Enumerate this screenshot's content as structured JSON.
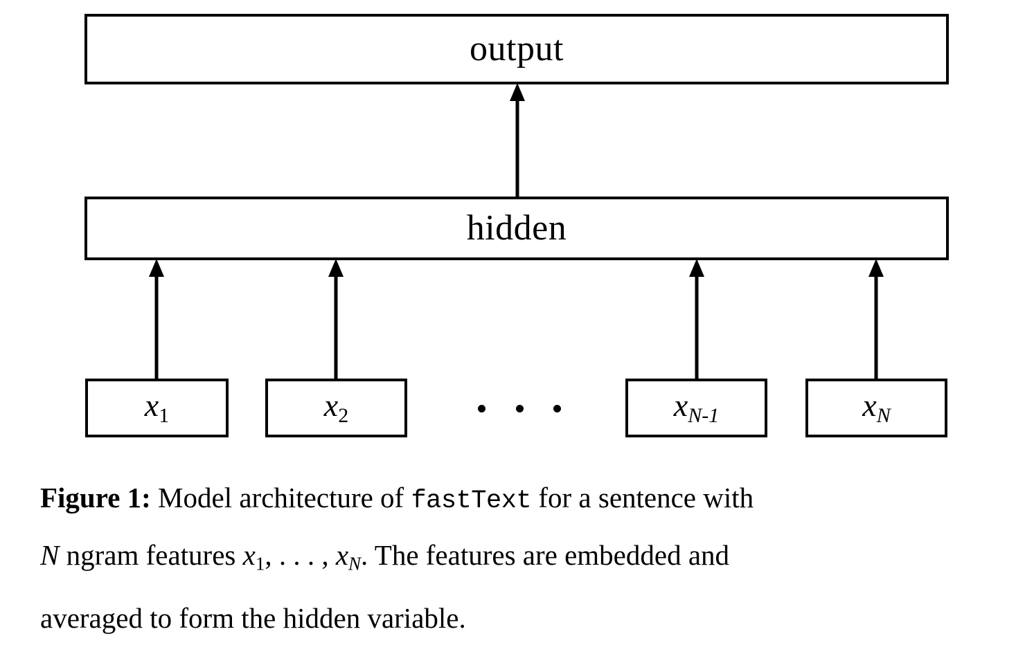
{
  "figure": {
    "type": "model-architecture-diagram",
    "nodes": {
      "output": "output",
      "hidden": "hidden"
    },
    "inputs": [
      {
        "base": "x",
        "sub": "1",
        "full": "x1"
      },
      {
        "base": "x",
        "sub": "2",
        "full": "x2"
      },
      {
        "base": "x",
        "sub": "N-1",
        "full": "xN-1"
      },
      {
        "base": "x",
        "sub": "N",
        "full": "xN"
      }
    ],
    "ellipsis": "...",
    "edges": [
      {
        "from": "hidden",
        "to": "output",
        "style": "arrow-up"
      },
      {
        "from": "x1",
        "to": "hidden",
        "style": "arrow-up"
      },
      {
        "from": "x2",
        "to": "hidden",
        "style": "arrow-up"
      },
      {
        "from": "xN-1",
        "to": "hidden",
        "style": "arrow-up"
      },
      {
        "from": "xN",
        "to": "hidden",
        "style": "arrow-up"
      }
    ],
    "colors": {
      "stroke": "#000000",
      "fill": "#ffffff",
      "text": "#000000"
    }
  },
  "caption": {
    "label": "Figure 1:",
    "line1_a": " Model architecture of ",
    "line1_mono": "fastText",
    "line1_b": " for a sentence with",
    "line2_var": "N",
    "line2_a": " ngram features ",
    "line2_math_x1_base": "x",
    "line2_math_x1_sub": "1",
    "line2_math_mid": ", . . . , ",
    "line2_math_xN_base": "x",
    "line2_math_xN_sub": "N",
    "line2_b": ". The features are embedded and",
    "line3": "averaged to form the hidden variable.",
    "full_text": "Figure 1: Model architecture of fastText for a sentence with N ngram features x1, . . . , xN. The features are embedded and averaged to form the hidden variable."
  }
}
